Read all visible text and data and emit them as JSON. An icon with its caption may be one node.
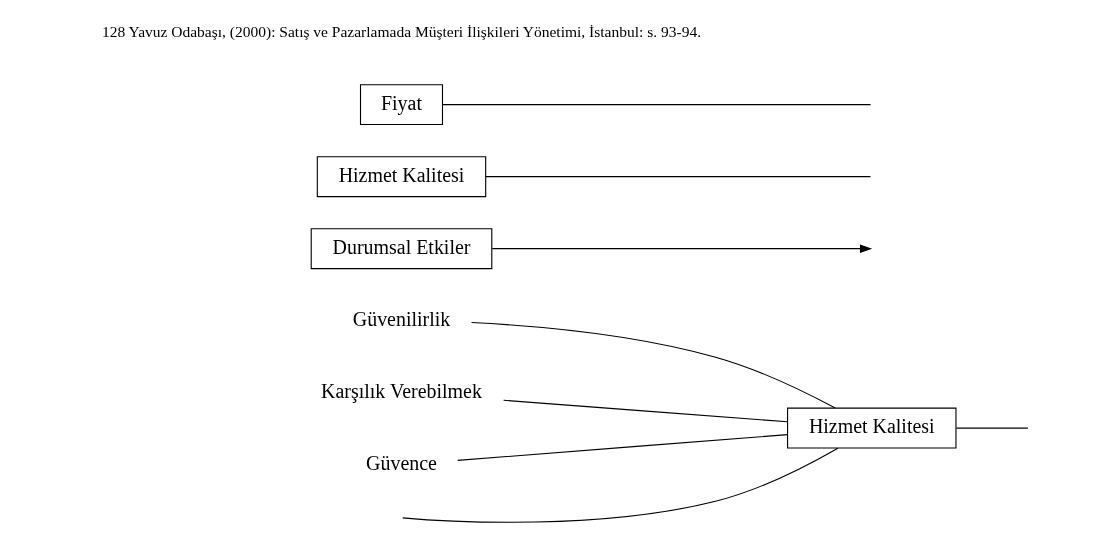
{
  "diagram": {
    "nodes": [
      {
        "text": [
          "Güvenilirlik"
        ]
      },
      {
        "text": [
          "Karşılık Verebilmek"
        ]
      },
      {
        "text": [
          "Güvence"
        ]
      },
      {
        "text": [
          "Hizmet Kalitesi"
        ]
      },
      {
        "text": [
          "Durumsal Etkiler"
        ]
      },
      {
        "text": [
          "Hizmet Kalitesi"
        ]
      },
      {
        "text": [
          "Fiyat"
        ]
      }
    ],
    "edges": [
      {
        "from": 0,
        "to": 3,
        "arrow": "none"
      },
      {
        "from": 1,
        "to": 3,
        "arrow": "none"
      },
      {
        "from": 2,
        "to": 3,
        "arrow": "none"
      },
      {
        "from": null,
        "to": 3,
        "arrow": "none"
      },
      {
        "from": 3,
        "to": null,
        "arrow": "none"
      },
      {
        "from": 5,
        "to": null,
        "arrow": "none"
      },
      {
        "from": 6,
        "to": null,
        "arrow": "none"
      },
      {
        "from": 4,
        "to": null,
        "arrow": "to"
      }
    ],
    "labels": [
      "128 Yavuz Odabaşı, (2000): Satış ve Pazarlamada Müşteri İlişkileri Yönetimi, İstanbul: s. 93-94."
    ]
  }
}
